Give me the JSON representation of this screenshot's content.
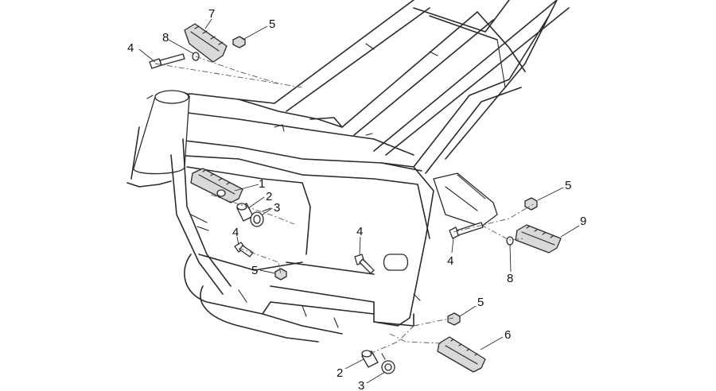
{
  "callouts": [
    {
      "id": "c1",
      "label": "1"
    },
    {
      "id": "c2a",
      "label": "2"
    },
    {
      "id": "c3a",
      "label": "3"
    },
    {
      "id": "c4a",
      "label": "4"
    },
    {
      "id": "c4b",
      "label": "4"
    },
    {
      "id": "c4c",
      "label": "4"
    },
    {
      "id": "c4d",
      "label": "4"
    },
    {
      "id": "c5a",
      "label": "5"
    },
    {
      "id": "c5b",
      "label": "5"
    },
    {
      "id": "c5c",
      "label": "5"
    },
    {
      "id": "c5d",
      "label": "5"
    },
    {
      "id": "c6",
      "label": "6"
    },
    {
      "id": "c7",
      "label": "7"
    },
    {
      "id": "c8a",
      "label": "8"
    },
    {
      "id": "c8b",
      "label": "8"
    },
    {
      "id": "c9",
      "label": "9"
    },
    {
      "id": "c2b",
      "label": "2"
    },
    {
      "id": "c3b",
      "label": "3"
    }
  ],
  "colors": {
    "line": "#2b2b2b",
    "background": "#ffffff",
    "part_fill": "#d9d9d9"
  }
}
